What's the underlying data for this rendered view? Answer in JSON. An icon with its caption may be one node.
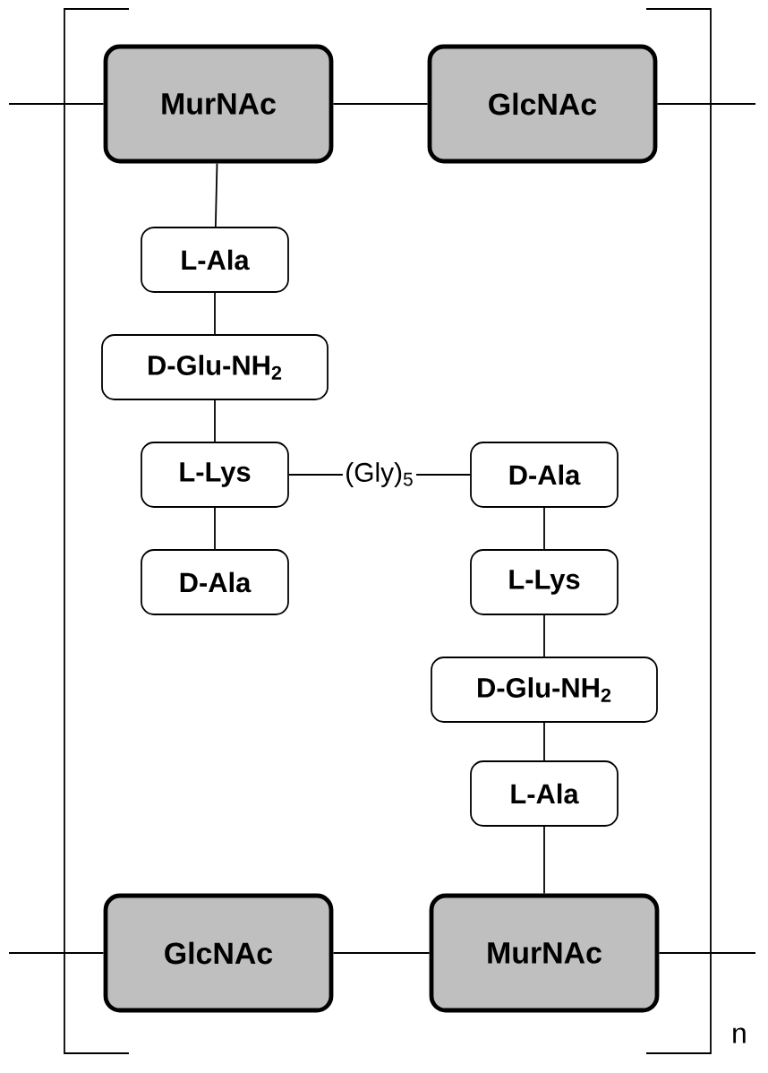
{
  "diagram": {
    "nodes": [
      {
        "text": [
          "MurNAc"
        ]
      },
      {
        "text": [
          "GlcNAc"
        ]
      },
      {
        "text": [
          "L-Ala"
        ]
      },
      {
        "text": [
          "D-Glu-NH$_{2}$"
        ]
      },
      {
        "text": [
          "L-Lys"
        ]
      },
      {
        "text": [
          "(Gly)$_{5}$"
        ]
      },
      {
        "text": [
          "D-Ala"
        ]
      },
      {
        "text": [
          "D-Ala"
        ]
      },
      {
        "text": [
          "L-Lys"
        ]
      },
      {
        "text": [
          "D-Glu-NH$_{2}$"
        ]
      },
      {
        "text": [
          "L-Ala"
        ]
      },
      {
        "text": [
          "GlcNAc"
        ]
      },
      {
        "text": [
          "MurNAc"
        ]
      }
    ],
    "edges": [
      {
        "from": null,
        "to": 0,
        "arrow": "none"
      },
      {
        "from": 0,
        "to": 1,
        "arrow": "none"
      },
      {
        "from": 1,
        "to": null,
        "arrow": "none"
      },
      {
        "from": 0,
        "to": 2,
        "arrow": "none"
      },
      {
        "from": 2,
        "to": 3,
        "arrow": "none"
      },
      {
        "from": 3,
        "to": 4,
        "arrow": "none"
      },
      {
        "from": 4,
        "to": 5,
        "arrow": "none"
      },
      {
        "from": 5,
        "to": 6,
        "arrow": "none"
      },
      {
        "from": 4,
        "to": 7,
        "arrow": "none"
      },
      {
        "from": 6,
        "to": 8,
        "arrow": "none"
      },
      {
        "from": 8,
        "to": 9,
        "arrow": "none"
      },
      {
        "from": 9,
        "to": 10,
        "arrow": "none"
      },
      {
        "from": 10,
        "to": 12,
        "arrow": "none"
      },
      {
        "from": null,
        "to": 11,
        "arrow": "none"
      },
      {
        "from": 11,
        "to": 12,
        "arrow": "none"
      },
      {
        "from": 12,
        "to": null,
        "arrow": "none"
      }
    ],
    "labels": [
      "n"
    ]
  }
}
